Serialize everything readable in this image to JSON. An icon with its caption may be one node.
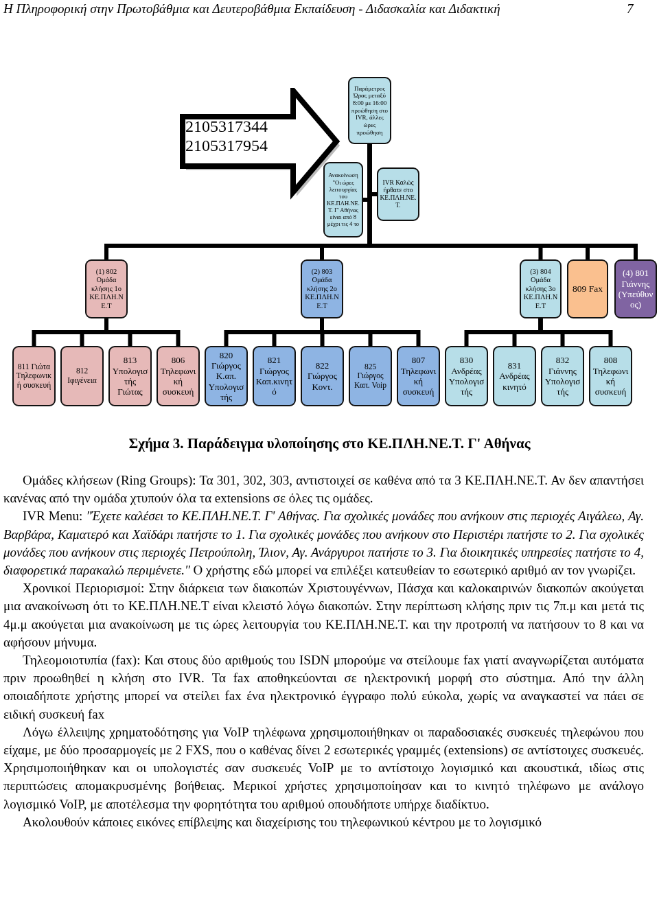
{
  "diagram": {
    "caption": "Σχήμα 3. Παράδειγμα υλοποίησης στο ΚΕ.ΠΛΗ.ΝΕ.Τ. Γ' Αθήνας",
    "nodes": [
      {
        "text": [
          "2105317344 2105317954"
        ]
      },
      {
        "text": [
          "Παράμετρος Ώρας μεταξύ 8:00 με 16:00 προώθηση στο IVR, άλλες ώρες προώθηση"
        ]
      },
      {
        "text": [
          "Ανακοίνωση \"Οι ώρες λειτουργίας του ΚΕ.ΠΛΗ.ΝΕ.Τ. Γ' Αθήνας είναι από 8 μέχρι τις 4 το"
        ]
      },
      {
        "text": [
          "IVR Καλώς ήρθατε στο ΚΕ.ΠΛΗ.ΝΕ.Τ."
        ]
      },
      {
        "text": [
          "(1) 802 Ομάδα κλήσης 1ο ΚΕ.ΠΛΗ.ΝΕ.Τ"
        ]
      },
      {
        "text": [
          "(2) 803 Ομάδα κλήσης 2ο ΚΕ.ΠΛΗ.ΝΕ.Τ"
        ]
      },
      {
        "text": [
          "(3) 804 Ομάδα κλήσης 3ο ΚΕ.ΠΛΗ.ΝΕ.Τ"
        ]
      },
      {
        "text": [
          "809 Fax"
        ]
      },
      {
        "text": [
          "(4) 801 Γιάννης (Υπεύθυνος)"
        ]
      },
      {
        "text": [
          "811 Γιώτα Τηλεφωνική συσκευή"
        ]
      },
      {
        "text": [
          "812 Ιφιγένεια"
        ]
      },
      {
        "text": [
          "813 Υπολογιστής Γιώτας"
        ]
      },
      {
        "text": [
          "806 Τηλεφωνική συσκευή"
        ]
      },
      {
        "text": [
          "820 Γιώργος Κ.απ. Υπολογιστής"
        ]
      },
      {
        "text": [
          "821 Γιώργος Καπ.κινητό"
        ]
      },
      {
        "text": [
          "822 Γιώργος Κοντ."
        ]
      },
      {
        "text": [
          "825 Γιώργος Καπ. Voip"
        ]
      },
      {
        "text": [
          "807 Τηλεφωνική συσκευή"
        ]
      },
      {
        "text": [
          "830 Ανδρέας Υπολογιστής"
        ]
      },
      {
        "text": [
          "831 Ανδρέας κινητό"
        ]
      },
      {
        "text": [
          "832 Γιάννης Υπολογιστής"
        ]
      },
      {
        "text": [
          "808 Τηλεφωνική συσκευή"
        ]
      }
    ],
    "edges": [
      {
        "from": 1,
        "to": 2,
        "arrow": "none"
      },
      {
        "from": 1,
        "to": 3,
        "arrow": "none"
      },
      {
        "from": 1,
        "to": 4,
        "arrow": "none"
      },
      {
        "from": 1,
        "to": 5,
        "arrow": "none"
      },
      {
        "from": 1,
        "to": 6,
        "arrow": "none"
      },
      {
        "from": 1,
        "to": 7,
        "arrow": "none"
      },
      {
        "from": 1,
        "to": 8,
        "arrow": "none"
      },
      {
        "from": 4,
        "to": 9,
        "arrow": "none"
      },
      {
        "from": 4,
        "to": 10,
        "arrow": "none"
      },
      {
        "from": 4,
        "to": 11,
        "arrow": "none"
      },
      {
        "from": 4,
        "to": 12,
        "arrow": "none"
      },
      {
        "from": 5,
        "to": 13,
        "arrow": "none"
      },
      {
        "from": 5,
        "to": 14,
        "arrow": "none"
      },
      {
        "from": 5,
        "to": 15,
        "arrow": "none"
      },
      {
        "from": 5,
        "to": 16,
        "arrow": "none"
      },
      {
        "from": 5,
        "to": 17,
        "arrow": "none"
      },
      {
        "from": 6,
        "to": 18,
        "arrow": "none"
      },
      {
        "from": 6,
        "to": 19,
        "arrow": "none"
      },
      {
        "from": 6,
        "to": 20,
        "arrow": "none"
      },
      {
        "from": 6,
        "to": 21,
        "arrow": "none"
      }
    ],
    "labels": [
      "Η Πληροφορική στην Πρωτοβάθμια και Δευτεροβάθμια Εκπαίδευση - Διδασκαλία και Διδακτική",
      "7",
      "Ομάδες κλήσεων (Ring Groups): Τα 301, 302, 303, αντιστοιχεί σε καθένα από τα 3 ΚΕ.ΠΛΗ.ΝΕ.Τ. Αν δεν απαντήσει κανένας από την ομάδα χτυπούν όλα τα extensions σε όλες τις ομάδες.",
      "IVR Menu: *″Έχετε καλέσει το ΚΕ.ΠΛΗ.ΝΕ.Τ. Γ' Αθήνας. Για σχολικές μονάδες που ανήκουν στις περιοχές Αιγάλεω, Αγ. Βαρβάρα, Καματερό και Χαϊδάρι πατήστε το 1. Για σχολικές μονάδες που ανήκουν στο Περιστέρι πατήστε το 2. Για σχολικές μονάδες που ανήκουν στις περιοχές Πετρούπολη, Ίλιον, Αγ. Ανάργυροι πατήστε το 3. Για διοικητικές υπηρεσίες πατήστε το 4, διαφορετικά παρακαλώ περιμένετε.″* Ο χρήστης εδώ μπορεί να επιλέξει κατευθείαν το εσωτερικό αριθμό αν τον γνωρίζει.",
      "Χρονικοί Περιορισμοί: Στην διάρκεια των διακοπών Χριστουγέννων, Πάσχα και καλοκαιρινών διακοπών ακούγεται μια ανακοίνωση ότι το ΚΕ.ΠΛΗ.ΝΕ.Τ είναι κλειστό λόγω διακοπών. Στην περίπτωση κλήσης πριν τις 7π.μ και μετά τις 4μ.μ ακούγεται μια ανακοίνωση με τις ώρες λειτουργία του ΚΕ.ΠΛΗ.ΝΕ.Τ. και την προτροπή να πατήσουν το 8 και να αφήσουν μήνυμα.",
      "Τηλεομοιοτυπία (fax): Και στους δύο αριθμούς του ISDN μπορούμε να στείλουμε fax γιατί αναγνωρίζεται αυτόματα πριν προωθηθεί η κλήση στο IVR. Τα fax αποθηκεύονται σε ηλεκτρονική μορφή στο σύστημα. Από την άλλη οποιαδήποτε χρήστης μπορεί να στείλει fax ένα ηλεκτρονικό έγγραφο πολύ εύκολα, χωρίς να αναγκαστεί να πάει σε ειδική συσκευή fax",
      "Λόγω έλλειψης χρηματοδότησης για VoIP τηλέφωνα χρησιμοποιήθηκαν οι παραδοσιακές συσκευές τηλεφώνου που είχαμε, με δύο προσαρμογείς με 2 FXS, που ο καθένας δίνει 2 εσωτερικές γραμμές (extensions) σε αντίστοιχες συσκευές. Χρησιμοποιήθηκαν και οι υπολογιστές σαν συσκευές VoIP με το αντίστοιχο λογισμικό και ακουστικά, ιδίως στις περιπτώσεις απομακρυσμένης βοήθειας. Μερικοί χρήστες χρησιμοποίησαν και το κινητό τηλέφωνο με ανάλογο λογισμικό VoIP, με αποτέλεσμα την φορητότητα του αριθμού οπουδήποτε υπήρχε διαδίκτυο.",
      "Ακολουθούν κάποιες εικόνες επίβλεψης και διαχείρισης του τηλεφωνικού κέντρου με το λογισμικό"
    ]
  }
}
